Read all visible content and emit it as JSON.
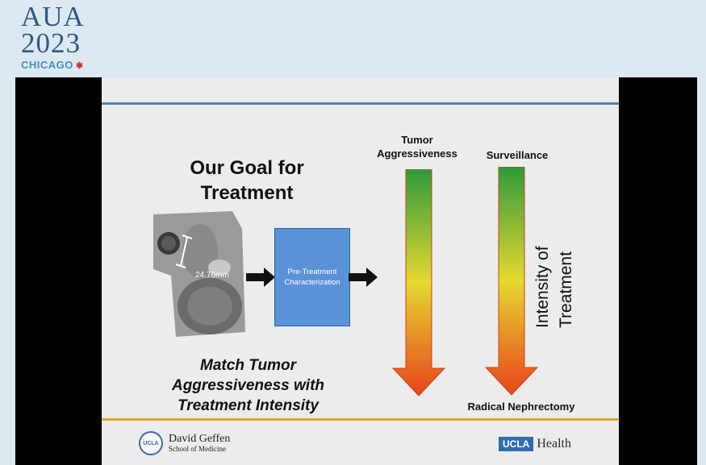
{
  "logo": {
    "line1": "AUA",
    "line2": "2023",
    "city": "CHICAGO",
    "star": "✱"
  },
  "slide": {
    "title_line1": "Our Goal for",
    "title_line2": "Treatment",
    "scan_measure": "24.76mm",
    "box_line1": "Pre-Treatment",
    "box_line2": "Characterization",
    "col1_line1": "Tumor",
    "col1_line2": "Aggressiveness",
    "col2_label": "Surveillance",
    "bottom_label": "Radical Nephrectomy",
    "intensity_line1": "Intensity of",
    "intensity_line2": "Treatment",
    "match_line1": "Match Tumor",
    "match_line2": "Aggressiveness with",
    "match_line3": "Treatment Intensity"
  },
  "footer": {
    "seal_text": "UCLA",
    "dg_line1": "David Geffen",
    "dg_line2": "School of Medicine",
    "ucla": "UCLA",
    "health": "Health"
  },
  "colors": {
    "gradient_top": "#2f9a3c",
    "gradient_mid": "#e5d830",
    "gradient_bottom": "#e8431c",
    "top_rule": "#4f7fba",
    "bottom_rule": "#e0a82a",
    "box": "#5a92d8"
  }
}
